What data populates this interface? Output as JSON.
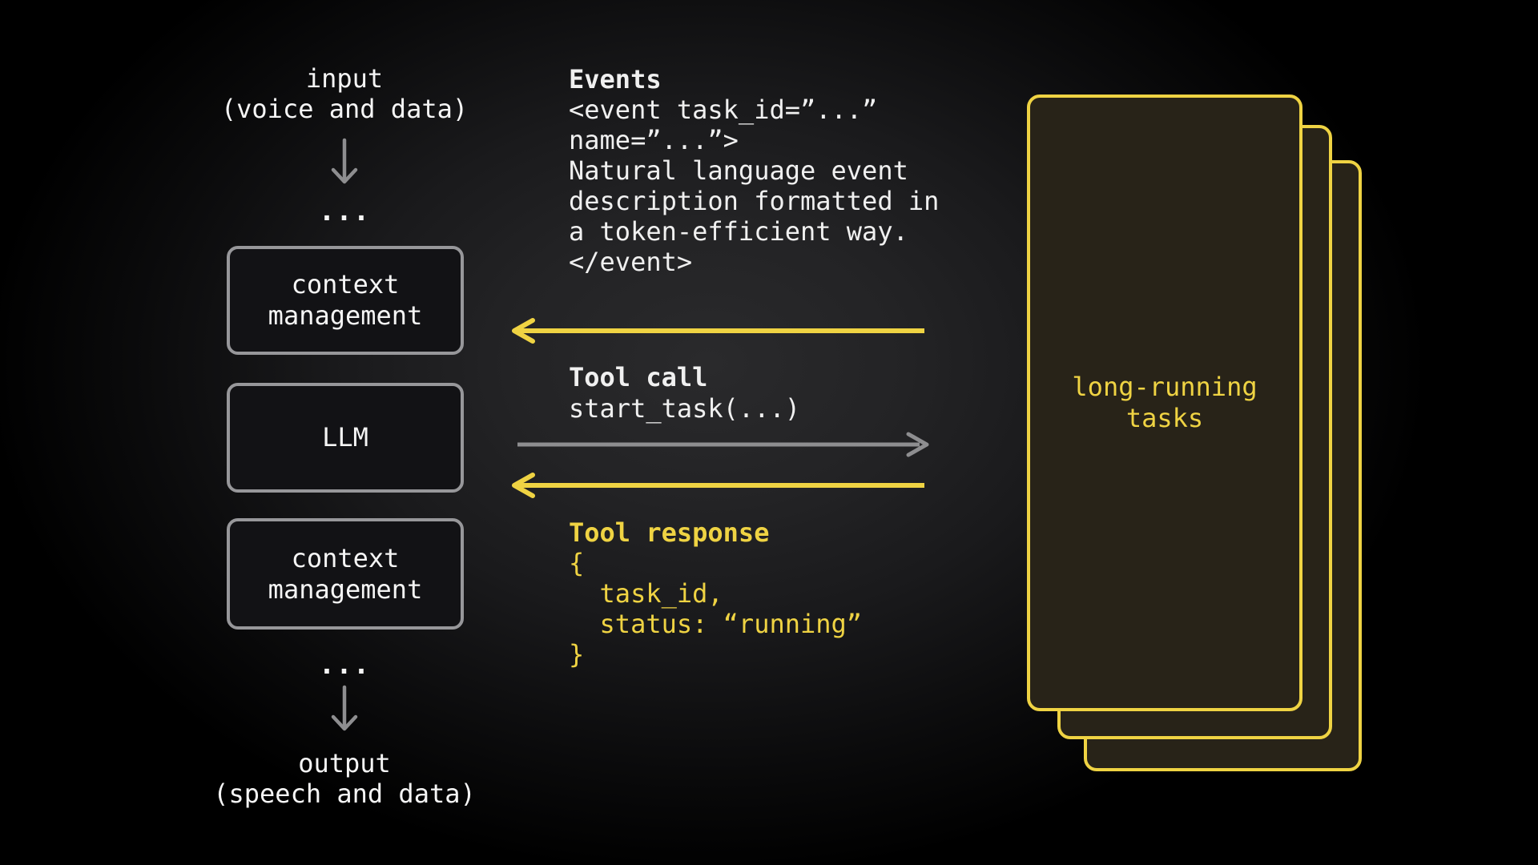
{
  "diagram": {
    "input_label": "input\n(voice and data)",
    "ellipsis_top": "...",
    "pipeline_boxes": [
      {
        "label": "context\nmanagement"
      },
      {
        "label": "LLM"
      },
      {
        "label": "context\nmanagement"
      }
    ],
    "ellipsis_bottom": "...",
    "output_label": "output\n(speech and data)",
    "events": {
      "header": "Events",
      "body": "<event task_id=”...”\nname=”...”>\nNatural language event\ndescription formatted in\na token-efficient way.\n</event>"
    },
    "tool_call": {
      "header": "Tool call",
      "body": "start_task(...)"
    },
    "tool_response": {
      "header": "Tool response",
      "body": "{\n  task_id,\n  status: “running”\n}"
    },
    "long_running_label": "long-running\ntasks",
    "colors": {
      "accent_yellow": "#efd343",
      "arrow_gray": "#8e8e90",
      "text_white": "#f5f5f5",
      "task_card_fill": "#282318",
      "pipeline_box_fill": "#121215",
      "pipeline_box_border": "#97979a"
    }
  }
}
